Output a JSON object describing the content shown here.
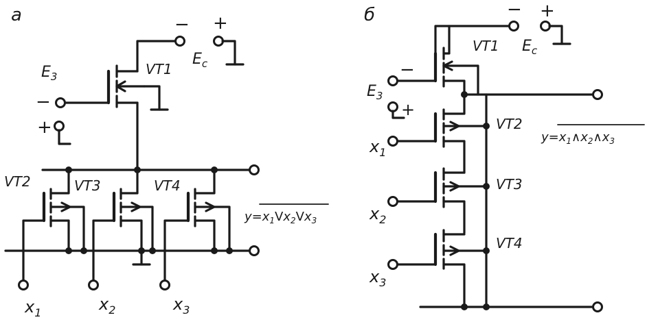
{
  "panel_a": {
    "marker": "a",
    "supply": {
      "name": "E",
      "sub": "c",
      "minus": "−",
      "plus": "+"
    },
    "gate_bias": {
      "name": "E",
      "sub": "3",
      "minus": "−",
      "plus": "+"
    },
    "transistors": [
      "VT1",
      "VT2",
      "VT3",
      "VT4"
    ],
    "inputs": [
      {
        "name": "x",
        "sub": "1"
      },
      {
        "name": "x",
        "sub": "2"
      },
      {
        "name": "x",
        "sub": "3"
      }
    ],
    "output": {
      "prefix": "y=",
      "terms": [
        {
          "name": "x",
          "sub": "1"
        },
        {
          "name": "x",
          "sub": "2"
        },
        {
          "name": "x",
          "sub": "3"
        }
      ],
      "op": "V"
    }
  },
  "panel_b": {
    "marker": "б",
    "supply": {
      "name": "E",
      "sub": "c",
      "minus": "−",
      "plus": "+"
    },
    "gate_bias": {
      "name": "E",
      "sub": "3",
      "minus": "−",
      "plus": "+"
    },
    "transistors": [
      "VT1",
      "VT2",
      "VT3",
      "VT4"
    ],
    "inputs": [
      {
        "name": "x",
        "sub": "1"
      },
      {
        "name": "x",
        "sub": "2"
      },
      {
        "name": "x",
        "sub": "3"
      }
    ],
    "output": {
      "prefix": "y=",
      "terms": [
        {
          "name": "x",
          "sub": "1"
        },
        {
          "name": "x",
          "sub": "2"
        },
        {
          "name": "x",
          "sub": "3"
        }
      ],
      "op": "∧"
    }
  }
}
